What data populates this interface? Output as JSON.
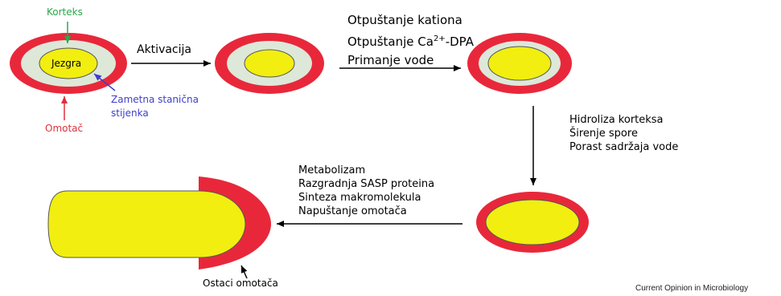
{
  "labels": {
    "cortex": "Korteks",
    "core": "Jezgra",
    "germ_cell_wall": "Zametna stanična stijenka",
    "germ_cell_wall_line1": "Zametna stanična",
    "germ_cell_wall_line2": "stijenka",
    "coat": "Omotač",
    "coat_remnants": "Ostaci omotača"
  },
  "steps": {
    "step1": "Aktivacija",
    "step2": [
      "Otpuštanje kationa",
      "Otpuštanje Ca",
      "2+",
      "-DPA",
      "Primanje vode"
    ],
    "step3": [
      "Hidroliza korteksa",
      "Širenje spore",
      "Porast sadržaja vode"
    ],
    "step4": [
      "Metabolizam",
      "Razgradnja SASP proteina",
      "Sinteza makromolekula",
      "Napuštanje omotača"
    ]
  },
  "credit": "Current Opinion in Microbiology",
  "colors": {
    "coat": "#e8283a",
    "cortex": "#dde8d9",
    "core": "#f2ee10",
    "green_arrow": "#2aa84a",
    "blue_arrow": "#3d3dcc",
    "red_arrow": "#e0303a"
  }
}
